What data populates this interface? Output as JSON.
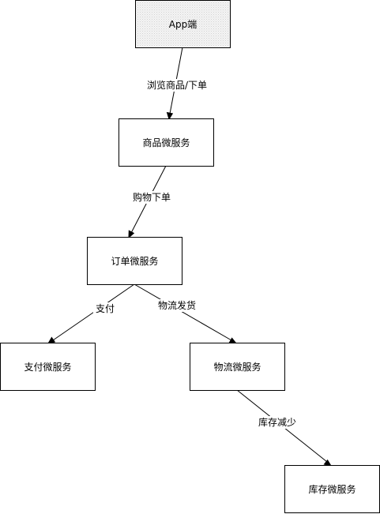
{
  "diagram": {
    "nodes": {
      "app": {
        "label": "App端"
      },
      "product": {
        "label": "商品微服务"
      },
      "order": {
        "label": "订单微服务"
      },
      "payment": {
        "label": "支付微服务"
      },
      "logistics": {
        "label": "物流微服务"
      },
      "inventory": {
        "label": "库存微服务"
      }
    },
    "edges": {
      "app_to_product": {
        "from": "app",
        "to": "product",
        "label": "浏览商品/下单"
      },
      "product_to_order": {
        "from": "product",
        "to": "order",
        "label": "购物下单"
      },
      "order_to_payment": {
        "from": "order",
        "to": "payment",
        "label": "支付"
      },
      "order_to_logistics": {
        "from": "order",
        "to": "logistics",
        "label": "物流发货"
      },
      "logistics_to_inventory": {
        "from": "logistics",
        "to": "inventory",
        "label": "库存减少"
      }
    }
  }
}
